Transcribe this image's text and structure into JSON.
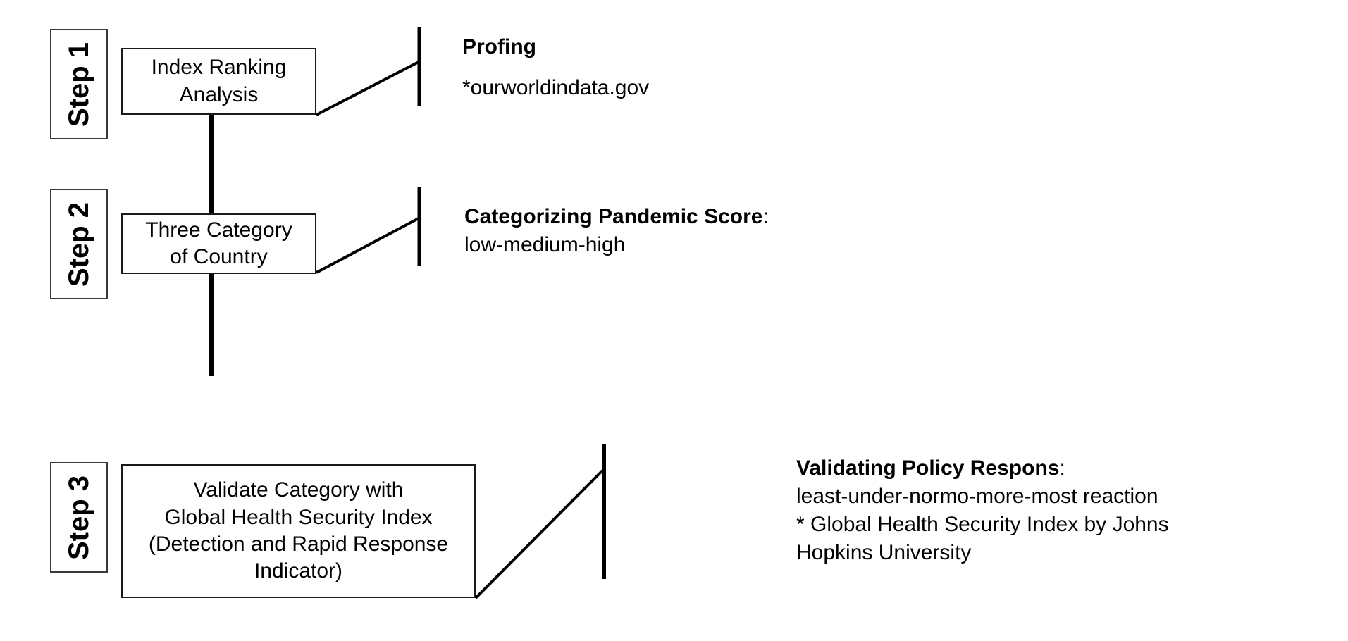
{
  "diagram": {
    "title": "Three-step research methodology flowchart",
    "background_color": "#ffffff",
    "line_color": "#000000",
    "box_border_color": "#1a1a1a",
    "step_label_border_color": "#3a3a3a"
  },
  "steps": [
    {
      "label": "Step 1",
      "box_text": "Index Ranking\nAnalysis",
      "annotation": {
        "title": "Profing",
        "colon": "",
        "lines": [
          "*ourworldindata.gov"
        ]
      }
    },
    {
      "label": "Step 2",
      "box_text": "Three Category\nof Country",
      "annotation": {
        "title": "Categorizing Pandemic Score",
        "colon": ":",
        "lines": [
          "low-medium-high"
        ]
      }
    },
    {
      "label": "Step 3",
      "box_text": "Validate Category with\nGlobal Health Security Index\n(Detection and Rapid Response\nIndicator)",
      "annotation": {
        "title": "Validating Policy Respons",
        "colon": ":",
        "lines": [
          "least-under-normo-more-most reaction",
          "* Global Health Security Index by Johns",
          "Hopkins University"
        ]
      }
    }
  ]
}
